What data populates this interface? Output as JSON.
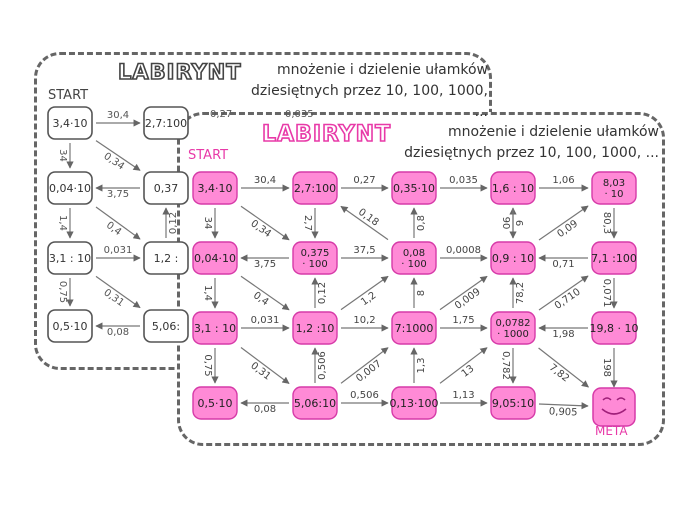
{
  "colors": {
    "pink_fill": "#ff8ad6",
    "pink_border": "#d63aa8",
    "pink_text": "#e83aa8",
    "gray": "#555555",
    "arrow": "#666666"
  },
  "back": {
    "title": "LABIRYNT",
    "subtitle_line1": "mnożenie i dzielenie ułamków",
    "subtitle_line2": "dziesiętnych przez 10, 100, 1000, ...",
    "start": "START",
    "boxes": [
      {
        "id": "b00",
        "text": "3,4·10"
      },
      {
        "id": "b01",
        "text": "2,7:100"
      },
      {
        "id": "b10",
        "text": "0,04·10"
      },
      {
        "id": "b11",
        "text": "0,37"
      },
      {
        "id": "b20",
        "text": "3,1 : 10"
      },
      {
        "id": "b21",
        "text": "1,2 :"
      },
      {
        "id": "b30",
        "text": "0,5·10"
      },
      {
        "id": "b31",
        "text": "5,06:"
      }
    ],
    "edges": [
      {
        "from": "b00",
        "to": "b01",
        "label": "30,4"
      },
      {
        "from": "b00",
        "to": "b10",
        "label": "34"
      },
      {
        "from": "b00",
        "to": "b11",
        "label": "0,34"
      },
      {
        "from": "b11",
        "to": "b10",
        "label": "3,75"
      },
      {
        "from": "b10",
        "to": "b20",
        "label": "1,4"
      },
      {
        "from": "b10",
        "to": "b21",
        "label": "0,4"
      },
      {
        "from": "b20",
        "to": "b21",
        "label": "0,031"
      },
      {
        "from": "b20",
        "to": "b30",
        "label": "0,75"
      },
      {
        "from": "b20",
        "to": "b31",
        "label": "0,31"
      },
      {
        "from": "b31",
        "to": "b30",
        "label": "0,08"
      },
      {
        "from": "b21",
        "to": "b11",
        "label": "0,12"
      }
    ],
    "partial_labels": [
      "0,27",
      "0,035"
    ]
  },
  "front": {
    "title": "LABIRYNT",
    "subtitle_line1": "mnożenie i dzielenie ułamków",
    "subtitle_line2": "dziesiętnych przez 10, 100, 1000, ...",
    "start": "START",
    "meta": "META",
    "boxes": [
      {
        "id": "f00",
        "lines": [
          "3,4·10"
        ]
      },
      {
        "id": "f01",
        "lines": [
          "2,7:100"
        ]
      },
      {
        "id": "f02",
        "lines": [
          "0,35·10"
        ]
      },
      {
        "id": "f03",
        "lines": [
          "1,6 : 10"
        ]
      },
      {
        "id": "f04",
        "lines": [
          "8,03",
          "· 10"
        ]
      },
      {
        "id": "f10",
        "lines": [
          "0,04·10"
        ]
      },
      {
        "id": "f11",
        "lines": [
          "0,375",
          "· 100"
        ]
      },
      {
        "id": "f12",
        "lines": [
          "0,08",
          "· 100"
        ]
      },
      {
        "id": "f13",
        "lines": [
          "0,9 : 10"
        ]
      },
      {
        "id": "f14",
        "lines": [
          "7,1 :100"
        ]
      },
      {
        "id": "f20",
        "lines": [
          "3,1 : 10"
        ]
      },
      {
        "id": "f21",
        "lines": [
          "1,2 :10"
        ]
      },
      {
        "id": "f22",
        "lines": [
          "7:1000"
        ]
      },
      {
        "id": "f23",
        "lines": [
          "0,0782",
          "· 1000"
        ]
      },
      {
        "id": "f24",
        "lines": [
          "19,8 · 10"
        ]
      },
      {
        "id": "f30",
        "lines": [
          "0,5·10"
        ]
      },
      {
        "id": "f31",
        "lines": [
          "5,06:10"
        ]
      },
      {
        "id": "f32",
        "lines": [
          "0,13·100"
        ]
      },
      {
        "id": "f33",
        "lines": [
          "9,05:10"
        ]
      }
    ],
    "edges": [
      {
        "from": "f00",
        "to": "f01",
        "label": "30,4"
      },
      {
        "from": "f01",
        "to": "f02",
        "label": "0,27"
      },
      {
        "from": "f02",
        "to": "f03",
        "label": "0,035"
      },
      {
        "from": "f03",
        "to": "f04",
        "label": "1,06"
      },
      {
        "from": "f00",
        "to": "f10",
        "label": "34"
      },
      {
        "from": "f00",
        "to": "f11",
        "label": "0,34"
      },
      {
        "from": "f01",
        "to": "f11",
        "label": "2,7"
      },
      {
        "from": "f12",
        "to": "f01",
        "label": "0,18"
      },
      {
        "from": "f12",
        "to": "f02",
        "label": "0,8"
      },
      {
        "from": "f13",
        "to": "f03",
        "label": "9"
      },
      {
        "from": "f03",
        "to": "f13",
        "label": "90"
      },
      {
        "from": "f13",
        "to": "f04",
        "label": "0,09"
      },
      {
        "from": "f04",
        "to": "f14",
        "label": "80,3"
      },
      {
        "from": "f11",
        "to": "f10",
        "label": "3,75"
      },
      {
        "from": "f11",
        "to": "f12",
        "label": "37,5"
      },
      {
        "from": "f12",
        "to": "f13",
        "label": "0,0008"
      },
      {
        "from": "f14",
        "to": "f13",
        "label": "0,71"
      },
      {
        "from": "f10",
        "to": "f20",
        "label": "1,4"
      },
      {
        "from": "f10",
        "to": "f21",
        "label": "0,4"
      },
      {
        "from": "f21",
        "to": "f11",
        "label": "0,12"
      },
      {
        "from": "f21",
        "to": "f12",
        "label": "1,2"
      },
      {
        "from": "f22",
        "to": "f12",
        "label": "8"
      },
      {
        "from": "f22",
        "to": "f13",
        "label": "0,009"
      },
      {
        "from": "f23",
        "to": "f13",
        "label": "78,2"
      },
      {
        "from": "f23",
        "to": "f14",
        "label": "0,710"
      },
      {
        "from": "f14",
        "to": "f24",
        "label": "0,071"
      },
      {
        "from": "f20",
        "to": "f21",
        "label": "0,031"
      },
      {
        "from": "f21",
        "to": "f22",
        "label": "10,2"
      },
      {
        "from": "f22",
        "to": "f23",
        "label": "1,75"
      },
      {
        "from": "f24",
        "to": "f23",
        "label": "1,98"
      },
      {
        "from": "f20",
        "to": "f30",
        "label": "0,75"
      },
      {
        "from": "f20",
        "to": "f31",
        "label": "0,31"
      },
      {
        "from": "f31",
        "to": "f21",
        "label": "0,506"
      },
      {
        "from": "f31",
        "to": "f22",
        "label": "0,007"
      },
      {
        "from": "f32",
        "to": "f22",
        "label": "1,3"
      },
      {
        "from": "f32",
        "to": "f23",
        "label": "13"
      },
      {
        "from": "f23",
        "to": "f33",
        "label": "0,782"
      },
      {
        "from": "f23",
        "to": "smile",
        "label": "7,82"
      },
      {
        "from": "f24",
        "to": "smile",
        "label": "198"
      },
      {
        "from": "f31",
        "to": "f30",
        "label": "0,08"
      },
      {
        "from": "f31",
        "to": "f32",
        "label": "0,506"
      },
      {
        "from": "f32",
        "to": "f33",
        "label": "1,13"
      },
      {
        "from": "f33",
        "to": "smile",
        "label": "0,905"
      }
    ]
  }
}
